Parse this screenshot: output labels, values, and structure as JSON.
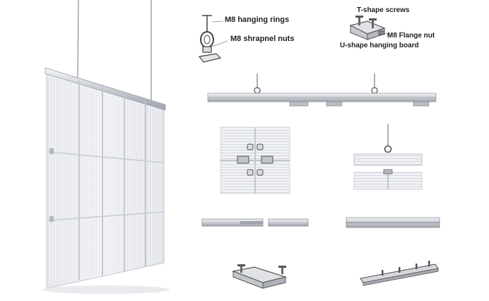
{
  "labels": {
    "hanging_rings": "M8 hanging rings",
    "shrapnel_nuts": "M8 shrapnel nuts",
    "t_shape_screws": "T-shape screws",
    "flange_nut": "M8 Flange nut",
    "u_shape_board": "U-shape hanging board"
  },
  "colors": {
    "panel_fill": "#eef0f5",
    "panel_stripe": "#d9dce5",
    "metal": "#b8bcc5",
    "metal_dark": "#6e737d",
    "cable": "#8a8e96",
    "text": "#222222"
  },
  "icons": [
    "hanging-ring-icon",
    "shrapnel-nut-icon",
    "t-screw-icon",
    "flange-nut-icon",
    "u-board-icon"
  ]
}
